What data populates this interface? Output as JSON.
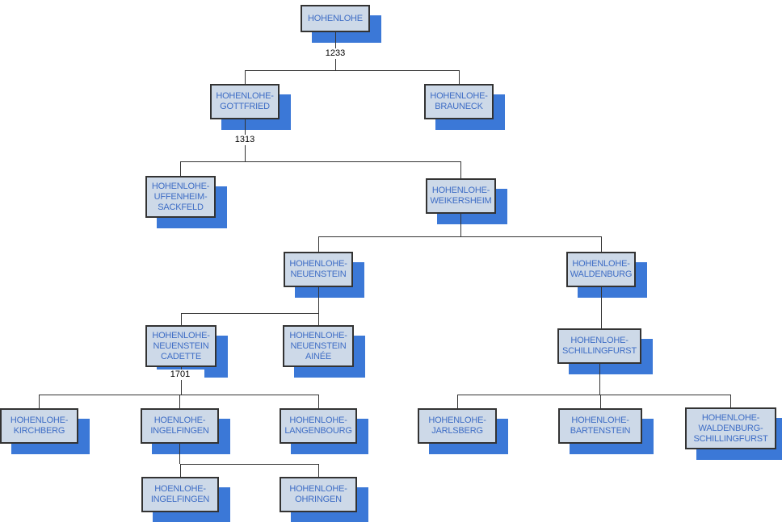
{
  "diagram": {
    "type": "family-tree",
    "subject": "House of Hohenlohe genealogy",
    "colors": {
      "node_fill": "#CDD9E8",
      "node_border": "#333333",
      "node_text": "#3E6DC5",
      "node_shadow": "#3B78D7",
      "connector": "#333333",
      "edge_label_text": "#000000",
      "canvas_bg": "#FFFFFF"
    },
    "nodes": {
      "hohenlohe": {
        "label": "HOHENLOHE"
      },
      "gottfried": {
        "label": "HOHENLOHE-\nGOTTFRIED"
      },
      "brauneck": {
        "label": "HOHENLOHE-\nBRAUNECK"
      },
      "uffenheim_sackfeld": {
        "label": "HOHENLOHE-\nUFFENHEIM-\nSACKFELD"
      },
      "weikersheim": {
        "label": "HOHENLOHE-\nWEIKERSHEIM"
      },
      "neuenstein": {
        "label": "HOHENLOHE-\nNEUENSTEIN"
      },
      "waldenburg": {
        "label": "HOHENLOHE-\nWALDENBURG"
      },
      "neuenstein_cadette": {
        "label": "HOHENLOHE-\nNEUENSTEIN\nCADETTE"
      },
      "neuenstein_ainee": {
        "label": "HOHENLOHE-\nNEUENSTEIN\nAINÉE"
      },
      "schillingfurst": {
        "label": "HOHENLOHE-\nSCHILLINGFURST"
      },
      "kirchberg": {
        "label": "HOHENLOHE-\nKIRCHBERG"
      },
      "ingelfingen": {
        "label": "HOENLOHE-\nINGELFINGEN"
      },
      "langenbourg": {
        "label": "HOHENLOHE-\nLANGENBOURG"
      },
      "jarlsberg": {
        "label": "HOHENLOHE-\nJARLSBERG"
      },
      "bartenstein": {
        "label": "HOHENLOHE-\nBARTENSTEIN"
      },
      "waldenburg_schillingfurst": {
        "label": "HOHENLOHE-\nWALDENBURG-\nSCHILLINGFURST"
      },
      "ingelfingen_2": {
        "label": "HOENLOHE-\nINGELFINGEN"
      },
      "ohringen": {
        "label": "HOHENLOHE-\nOHRINGEN"
      }
    },
    "edge_labels": {
      "root_split": "1233",
      "gottfried_split": "1313",
      "cadette_split": "1701"
    },
    "edges": [
      {
        "from": "hohenlohe",
        "to": [
          "gottfried",
          "brauneck"
        ],
        "label": "1233"
      },
      {
        "from": "gottfried",
        "to": [
          "uffenheim_sackfeld",
          "weikersheim"
        ],
        "label": "1313"
      },
      {
        "from": "weikersheim",
        "to": [
          "neuenstein",
          "waldenburg"
        ]
      },
      {
        "from": "neuenstein",
        "to": [
          "neuenstein_cadette",
          "neuenstein_ainee"
        ]
      },
      {
        "from": "neuenstein_cadette",
        "to": [
          "kirchberg",
          "ingelfingen",
          "langenbourg"
        ],
        "label": "1701"
      },
      {
        "from": "waldenburg",
        "to": [
          "schillingfurst"
        ]
      },
      {
        "from": "schillingfurst",
        "to": [
          "jarlsberg",
          "bartenstein",
          "waldenburg_schillingfurst"
        ]
      },
      {
        "from": "ingelfingen",
        "to": [
          "ingelfingen_2",
          "ohringen"
        ]
      }
    ]
  }
}
